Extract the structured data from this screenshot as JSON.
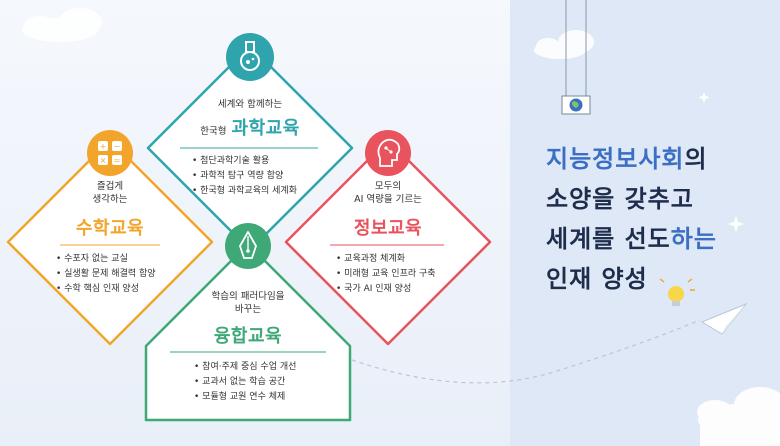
{
  "colors": {
    "science": "#2fa4ad",
    "math": "#f2a52a",
    "info": "#e8535d",
    "fusion": "#3fa877",
    "panel": "#dfe8f6",
    "slogan_dark": "#1f2d4d",
    "slogan_blue": "#3a6fc4"
  },
  "diagram": {
    "science": {
      "icon": "flask-icon",
      "subtitle": "세계와 함께하는",
      "prefix": "한국형",
      "title": "과학교육",
      "bullets": [
        "첨단과학기술 활용",
        "과학적 탐구 역량 함양",
        "한국형 과학교육의 세계화"
      ]
    },
    "math": {
      "icon": "calculator-icon",
      "subtitle_line1": "즐겁게",
      "subtitle_line2": "생각하는",
      "title": "수학교육",
      "bullets": [
        "수포자 없는 교실",
        "실생활 문제 해결력 함양",
        "수학 핵심 인재 양성"
      ]
    },
    "info": {
      "icon": "ai-head-icon",
      "subtitle_line1": "모두의",
      "subtitle_line2": "AI 역량을 기르는",
      "title": "정보교육",
      "bullets": [
        "교육과정 체계화",
        "미래형 교육 인프라 구축",
        "국가 AI 인재 양성"
      ]
    },
    "fusion": {
      "icon": "pen-nib-icon",
      "subtitle_line1": "학습의 패러다임을",
      "subtitle_line2": "바꾸는",
      "title": "융합교육",
      "bullets": [
        "참여·주제 중심 수업 개선",
        "교과서 없는 학습 공간",
        "모듈형 교원 연수 체제"
      ]
    }
  },
  "slogan": {
    "line1_hl": "지능정보사회",
    "line1_rest": "의",
    "line2": "소양을 갖추고",
    "line3_a": "세계를 선도",
    "line3_hl": "하는",
    "line4": "인재 양성",
    "icons": [
      "globe-frame-icon",
      "lightbulb-icon",
      "paper-plane-icon"
    ]
  }
}
